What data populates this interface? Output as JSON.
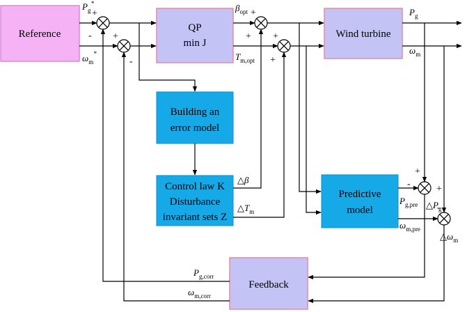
{
  "blocks": {
    "reference": "Reference",
    "qp_line1": "QP",
    "qp_line2": "min J",
    "wind_turbine": "Wind turbine",
    "error_model_line1": "Building an",
    "error_model_line2": "error model",
    "control_line1": "Control law K",
    "control_line2": "Disturbance",
    "control_line3": "invariant sets Z",
    "predictive_line1": "Predictive",
    "predictive_line2": "model",
    "feedback": "Feedback"
  },
  "signals": {
    "pg_ref": {
      "base": "P",
      "sub": "g",
      "sup": "*"
    },
    "wm_ref": {
      "base": "ω",
      "sub": "m",
      "sup": "*"
    },
    "beta_opt": {
      "base": "β",
      "sub": "opt"
    },
    "tm_opt": {
      "base": "T",
      "sub": "m,opt"
    },
    "pg_out": {
      "base": "P",
      "sub": "g"
    },
    "wm_out": {
      "base": "ω",
      "sub": "m"
    },
    "delta_beta": {
      "base": "△β"
    },
    "delta_tm": {
      "base": "△T",
      "sub": "m"
    },
    "pg_pre": {
      "base": "P",
      "sub": "g,pre"
    },
    "wm_pre": {
      "base": "ω",
      "sub": "m,pre"
    },
    "delta_pg": {
      "base": "△P",
      "sub": "g"
    },
    "delta_wm": {
      "base": "△ω",
      "sub": "m"
    },
    "pg_corr": {
      "base": "P",
      "sub": "g,corr"
    },
    "wm_corr": {
      "base": "ω",
      "sub": "m,corr"
    }
  },
  "signs": {
    "plus": "+",
    "minus": "-"
  },
  "colors": {
    "reference_fill": "#f5b3f5",
    "reference_stroke": "#d98ad9",
    "lavender_fill": "#c3c3f5",
    "lavender_stroke": "#e88aa0",
    "cyan_fill": "#15a9e8",
    "cyan_stroke": "#0f8fcc"
  }
}
